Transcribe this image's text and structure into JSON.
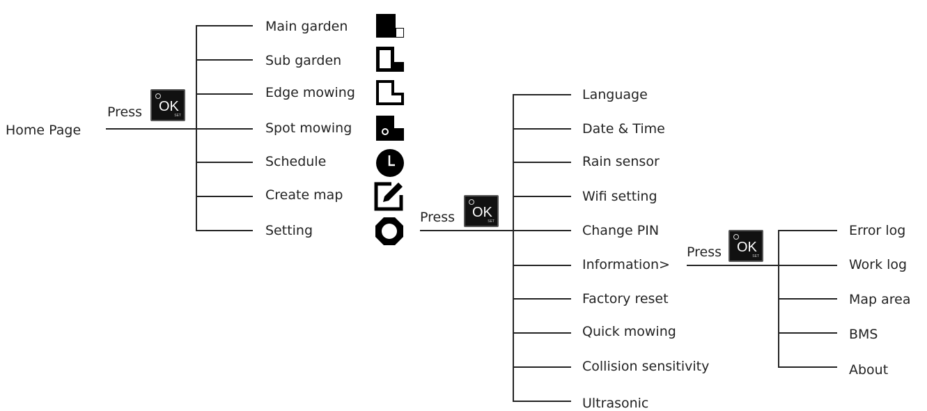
{
  "root": {
    "label": "Home Page",
    "press_label": "Press",
    "ok_button": {
      "text": "OK",
      "sub": "SET"
    }
  },
  "main_menu": [
    {
      "label": "Main garden",
      "icon": "main-garden-icon"
    },
    {
      "label": "Sub garden",
      "icon": "sub-garden-icon"
    },
    {
      "label": "Edge mowing",
      "icon": "edge-mowing-icon"
    },
    {
      "label": "Spot mowing",
      "icon": "spot-mowing-icon"
    },
    {
      "label": "Schedule",
      "icon": "clock-icon"
    },
    {
      "label": "Create map",
      "icon": "pencil-edit-icon"
    },
    {
      "label": "Setting",
      "icon": "gear-icon"
    }
  ],
  "setting_press": {
    "press_label": "Press",
    "ok_button": {
      "text": "OK",
      "sub": "SET"
    }
  },
  "setting_menu": [
    {
      "label": "Language"
    },
    {
      "label": "Date & Time"
    },
    {
      "label": "Rain sensor"
    },
    {
      "label": "Wifi setting"
    },
    {
      "label": "Change PIN"
    },
    {
      "label": "Information>"
    },
    {
      "label": "Factory reset"
    },
    {
      "label": "Quick mowing"
    },
    {
      "label": "Collision sensitivity"
    },
    {
      "label": "Ultrasonic"
    }
  ],
  "information_press": {
    "press_label": "Press",
    "ok_button": {
      "text": "OK",
      "sub": "SET"
    }
  },
  "information_menu": [
    {
      "label": "Error log"
    },
    {
      "label": "Work log"
    },
    {
      "label": "Map area"
    },
    {
      "label": "BMS"
    },
    {
      "label": "About"
    }
  ]
}
